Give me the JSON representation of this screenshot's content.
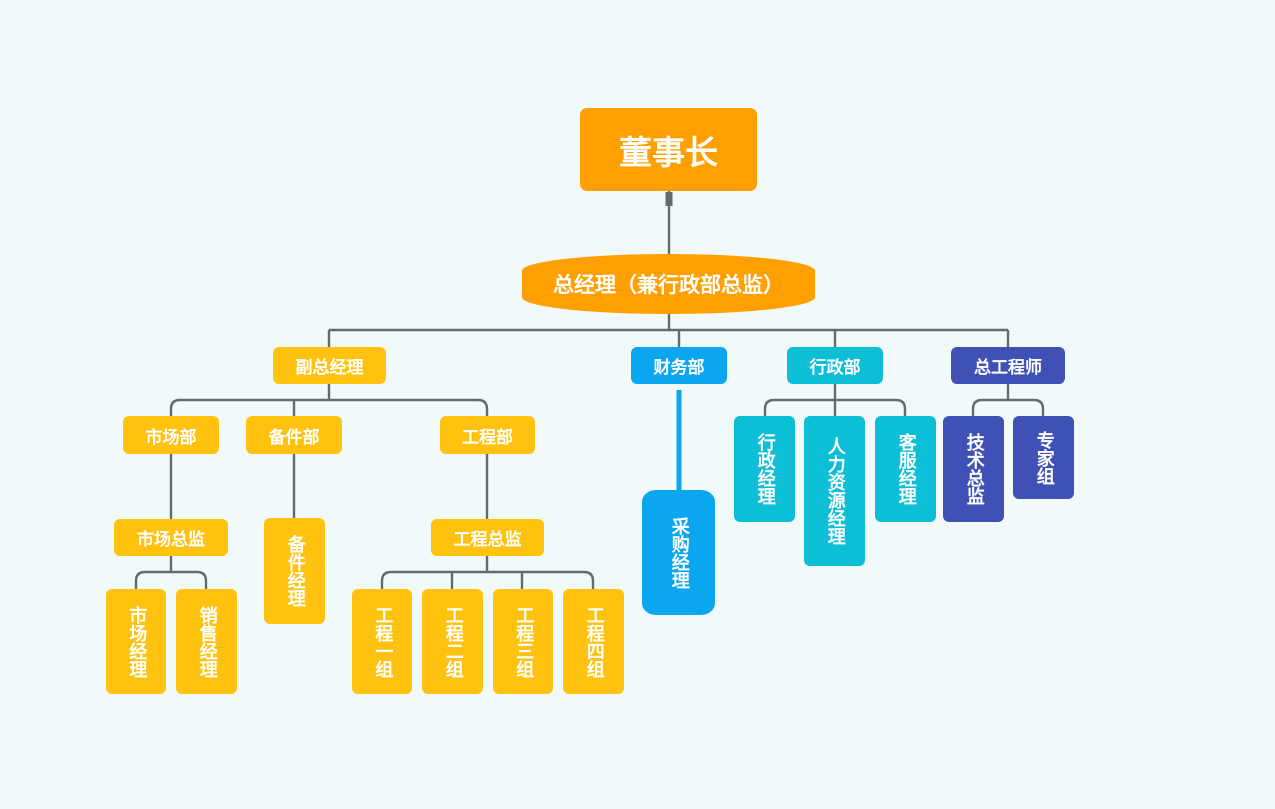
{
  "org": {
    "root": "董事长",
    "general_manager": "总经理（兼行政部总监）",
    "vice_gm": {
      "label": "副总经理",
      "market": {
        "label": "市场部",
        "director": "市场总监",
        "members": [
          "市场经理",
          "销售经理"
        ]
      },
      "parts": {
        "label": "备件部",
        "members": [
          "备件经理"
        ]
      },
      "engineering": {
        "label": "工程部",
        "director": "工程总监",
        "members": [
          "工程一组",
          "工程二组",
          "工程三组",
          "工程四组"
        ]
      }
    },
    "finance": {
      "label": "财务部",
      "members": [
        "采购经理"
      ]
    },
    "admin": {
      "label": "行政部",
      "members": [
        "行政经理",
        "人力资源经理",
        "客服经理"
      ]
    },
    "chief_engineer": {
      "label": "总工程师",
      "members": [
        "技术总监",
        "专家组"
      ]
    }
  },
  "colors": {
    "root": "#ff9f00",
    "general_manager": "#ff9f00",
    "vice_gm_branch": "#ffc20f",
    "finance_branch": "#0aa6ef",
    "admin_branch": "#0dbfd6",
    "chief_engineer_branch": "#3f51b5",
    "connector": "#666a6e",
    "background": "#f1f9fb"
  }
}
